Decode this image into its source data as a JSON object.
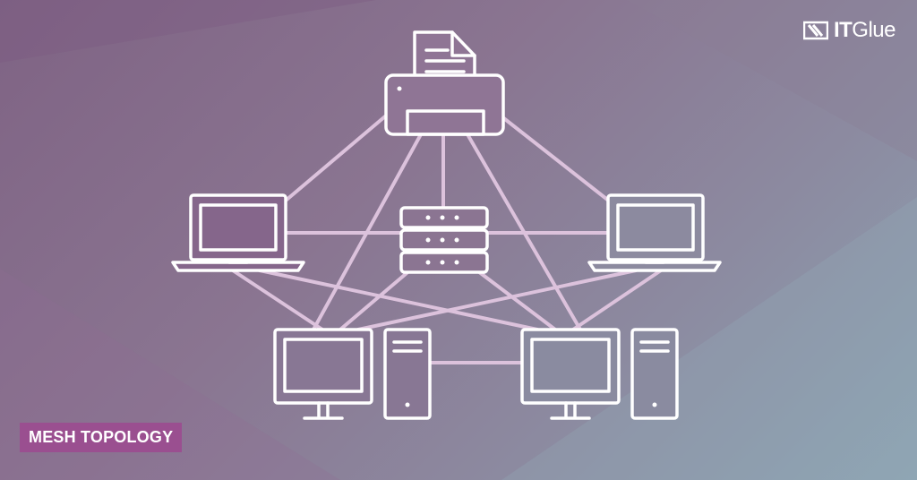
{
  "brand": {
    "logo_text": "IT Glue",
    "logo_text_bold": "IT",
    "logo_text_light": "Glue"
  },
  "label": "MESH TOPOLOGY",
  "colors": {
    "line": "#dcc2dc",
    "icon": "#ffffff",
    "badge": "#9a4f90"
  },
  "diagram": {
    "nodes": [
      {
        "id": "printer",
        "icon": "printer-icon"
      },
      {
        "id": "laptop-left",
        "icon": "laptop-icon"
      },
      {
        "id": "server",
        "icon": "server-icon"
      },
      {
        "id": "laptop-right",
        "icon": "laptop-icon"
      },
      {
        "id": "desktop-left",
        "icon": "desktop-icon"
      },
      {
        "id": "desktop-right",
        "icon": "desktop-icon"
      }
    ]
  }
}
